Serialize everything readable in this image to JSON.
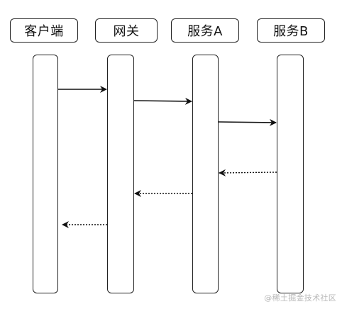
{
  "participants": [
    {
      "label": "客户端"
    },
    {
      "label": "网关"
    },
    {
      "label": "服务A"
    },
    {
      "label": "服务B"
    }
  ],
  "messages": [
    {
      "from": 0,
      "to": 1,
      "style": "solid"
    },
    {
      "from": 1,
      "to": 2,
      "style": "solid"
    },
    {
      "from": 2,
      "to": 3,
      "style": "solid"
    },
    {
      "from": 3,
      "to": 2,
      "style": "dotted"
    },
    {
      "from": 2,
      "to": 1,
      "style": "dotted"
    },
    {
      "from": 1,
      "to": 0,
      "style": "dotted"
    }
  ],
  "watermark": "@稀土掘金技术社区"
}
